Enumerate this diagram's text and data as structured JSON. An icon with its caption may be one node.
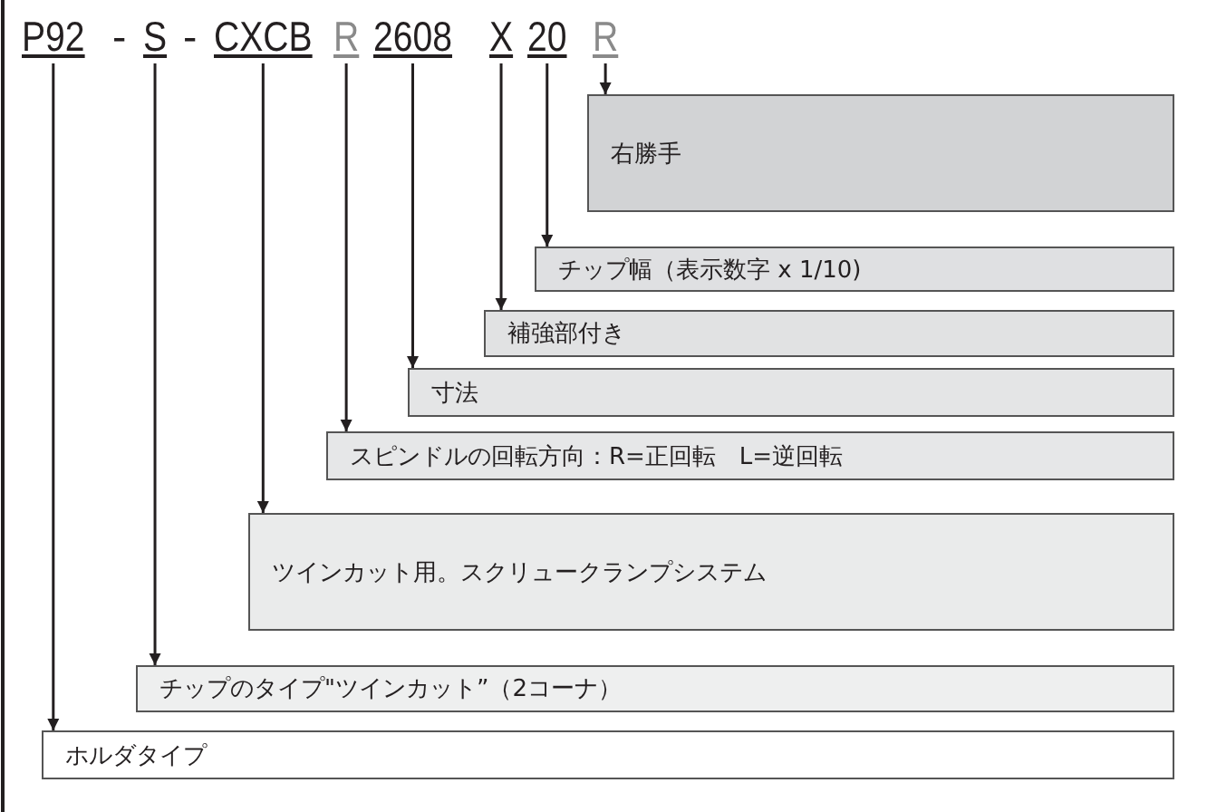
{
  "diagram": {
    "nodes": [
      {
        "text": [
          "P92"
        ]
      },
      {
        "text": [
          "S"
        ]
      },
      {
        "text": [
          "CXCB"
        ]
      },
      {
        "text": [
          "R"
        ]
      },
      {
        "text": [
          "2608"
        ]
      },
      {
        "text": [
          "X"
        ]
      },
      {
        "text": [
          "20"
        ]
      },
      {
        "text": [
          "R"
        ]
      },
      {
        "text": [
          "右勝手"
        ]
      },
      {
        "text": [
          "チップ幅（表示数字 x 1/10)"
        ]
      },
      {
        "text": [
          "補強部付き"
        ]
      },
      {
        "text": [
          "寸法"
        ]
      },
      {
        "text": [
          "スピンドルの回転方向：R=正回転　L=逆回転"
        ]
      },
      {
        "text": [
          "ツインカット用。スクリュークランプシステム"
        ]
      },
      {
        "text": [
          "チップのタイプ\"ツインカット”（2コーナ）"
        ]
      },
      {
        "text": [
          "ホルダタイプ"
        ]
      }
    ],
    "edges": [
      {
        "from": 7,
        "to": 8,
        "arrow": "to"
      },
      {
        "from": 6,
        "to": 9,
        "arrow": "to"
      },
      {
        "from": 5,
        "to": 10,
        "arrow": "to"
      },
      {
        "from": 4,
        "to": 11,
        "arrow": "to"
      },
      {
        "from": 3,
        "to": 12,
        "arrow": "to"
      },
      {
        "from": 2,
        "to": 13,
        "arrow": "to"
      },
      {
        "from": 1,
        "to": 14,
        "arrow": "to"
      },
      {
        "from": 0,
        "to": 15,
        "arrow": "to"
      }
    ],
    "labels": [
      "-",
      "-"
    ]
  }
}
